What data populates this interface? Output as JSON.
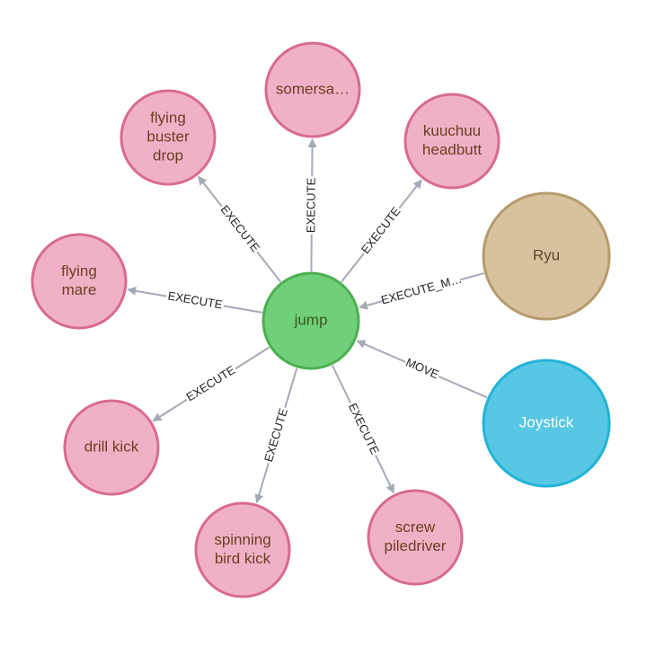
{
  "colors": {
    "edge": "#a5abb6",
    "pink_fill": "#f0b1c6",
    "pink_stroke": "#d86a93",
    "pink_text": "#6b3f24",
    "green_fill": "#6fcf7a",
    "green_stroke": "#4caf50",
    "green_text": "#3d5a1f",
    "tan_fill": "#d8c29d",
    "tan_stroke": "#b59b6e",
    "tan_text": "#5b4a2f",
    "blue_fill": "#57c7e3",
    "blue_stroke": "#23b3d7",
    "blue_text": "#ffffff"
  },
  "nodes": {
    "jump": {
      "label": [
        "jump"
      ]
    },
    "somersault": {
      "label": [
        "somersa…"
      ]
    },
    "kuuchuu": {
      "label": [
        "kuuchuu",
        "headbutt"
      ]
    },
    "ryu": {
      "label": [
        "Ryu"
      ]
    },
    "joystick": {
      "label": [
        "Joystick"
      ]
    },
    "screw": {
      "label": [
        "screw",
        "piledriver"
      ]
    },
    "spinning": {
      "label": [
        "spinning",
        "bird kick"
      ]
    },
    "drill": {
      "label": [
        "drill kick"
      ]
    },
    "mare": {
      "label": [
        "flying",
        "mare"
      ]
    },
    "buster": {
      "label": [
        "flying",
        "buster",
        "drop"
      ]
    }
  },
  "edges": {
    "somersault": "EXECUTE",
    "kuuchuu": "EXECUTE",
    "ryu": "EXECUTE_M…",
    "joystick": "MOVE",
    "screw": "EXECUTE",
    "spinning": "EXECUTE",
    "drill": "EXECUTE",
    "mare": "EXECUTE",
    "buster": "EXECUTE"
  }
}
